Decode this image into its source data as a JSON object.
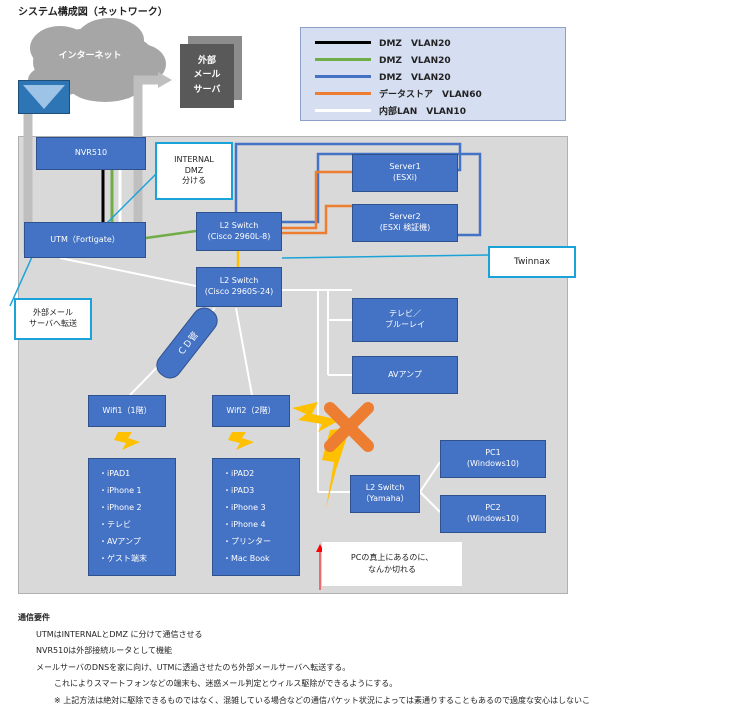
{
  "title": "システム構成図（ネットワーク）",
  "legend": [
    {
      "color": "#000000",
      "label": "DMZ　VLAN20"
    },
    {
      "color": "#70ad47",
      "label": "DMZ　VLAN20"
    },
    {
      "color": "#4472c4",
      "label": "DMZ　VLAN20"
    },
    {
      "color": "#ed7d31",
      "label": "データストア　VLAN60"
    },
    {
      "color": "#ffffff",
      "label": "内部LAN　VLAN10"
    }
  ],
  "internet": {
    "label": "インターネット"
  },
  "mail_server": {
    "label": "外部\nメール\nサーバ"
  },
  "nodes": {
    "nvr": "NVR510",
    "utm": "UTM（Fortigate）",
    "l2_8": "L2 Switch\n(Cisco 2960L-8)",
    "l2_24": "L2 Switch\n(Cisco 2960S-24)",
    "server1": "Server1\n(ESXi)",
    "server2": "Server2\n(ESXi 検証機)",
    "tv": "テレビ／\nブルーレイ",
    "av": "AVアンプ",
    "wifi1": "Wifi1（1階）",
    "wifi2": "Wifi2（2階）",
    "l2_yamaha": "L2 Switch\n（Yamaha）",
    "pc1": "PC1\n(Windows10)",
    "pc2": "PC2\n(Windows10)",
    "cd": "ＣＤ管"
  },
  "wifi1_devices": [
    "・iPAD1",
    "・iPhone 1",
    "・iPhone 2",
    "・テレビ",
    "・AVアンプ",
    "・ゲスト端末"
  ],
  "wifi2_devices": [
    "・iPAD2",
    "・iPAD3",
    "・iPhone 3",
    "・iPhone 4",
    "・プリンター",
    "・Mac Book"
  ],
  "callouts": {
    "internal_dmz": "INTERNAL\nDMZ\n分ける",
    "twinnax": "Twinnax",
    "mail_forward": "外部メール\nサーバへ転送",
    "pc_note": "PCの真上にあるのに、\nなんか切れる"
  },
  "requirements": {
    "heading": "通信要件",
    "lines": [
      "UTMはINTERNALとDMZ に分けて通信させる",
      "NVR510は外部接続ルータとして機能",
      "メールサーバのDNSを家に向け、UTMに透過させたのち外部メールサーバへ転送する。",
      "これによりスマートフォンなどの端末も、迷惑メール判定とウィルス駆除ができるようにする。",
      "※ 上記方法は絶対に駆除できるものではなく、混雑している場合などの通信パケット状況によっては素通りすることもあるので過度な安心はしないこ"
    ]
  }
}
